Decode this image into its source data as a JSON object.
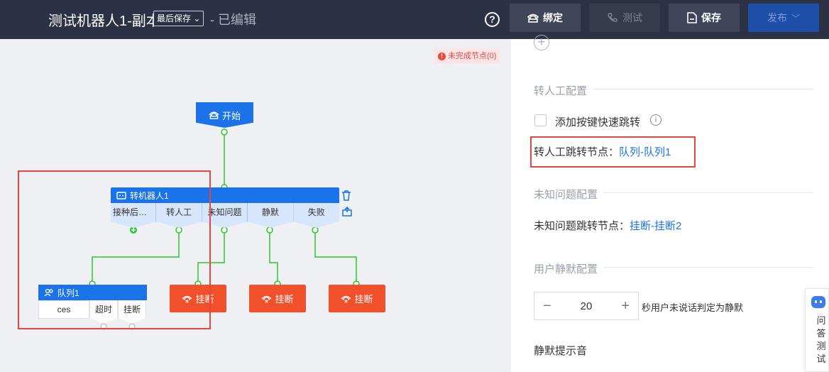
{
  "header": {
    "title": "测试机器人1-副本",
    "save_select": "最后保存",
    "edited": "- 已编辑",
    "help": "?",
    "bind_label": "绑定",
    "test_label": "测试",
    "save_label": "保存",
    "publish_label": "发布"
  },
  "canvas": {
    "incomplete": "未完成节点(0)",
    "start_label": "开始",
    "robot": {
      "title": "转机器人1",
      "branches": [
        "接种后要...",
        "转人工",
        "未知问题",
        "静默",
        "失败"
      ]
    },
    "queue": {
      "title": "队列1",
      "cell": "ces",
      "branches": [
        "超时",
        "挂断"
      ]
    },
    "hangups": [
      "挂断",
      "挂断",
      "挂断"
    ]
  },
  "panel": {
    "transfer_section": "转人工配置",
    "quick_jump": "添加按键快速跳转",
    "transfer_node_label": "转人工跳转节点：",
    "transfer_node_value": "队列-队列1",
    "unknown_section": "未知问题配置",
    "unknown_node_label": "未知问题跳转节点：",
    "unknown_node_value": "挂断-挂断2",
    "silence_section": "用户静默配置",
    "silence_value": "20",
    "silence_suffix": "秒用户未说话判定为静默",
    "silence_prompt": "静默提示音",
    "float_label": "问答测试"
  },
  "colors": {
    "header_bg": "#2b3245",
    "primary": "#1a73e8",
    "hangup": "#f2502a",
    "connector": "#2dc52d",
    "highlight": "#e8453c"
  }
}
